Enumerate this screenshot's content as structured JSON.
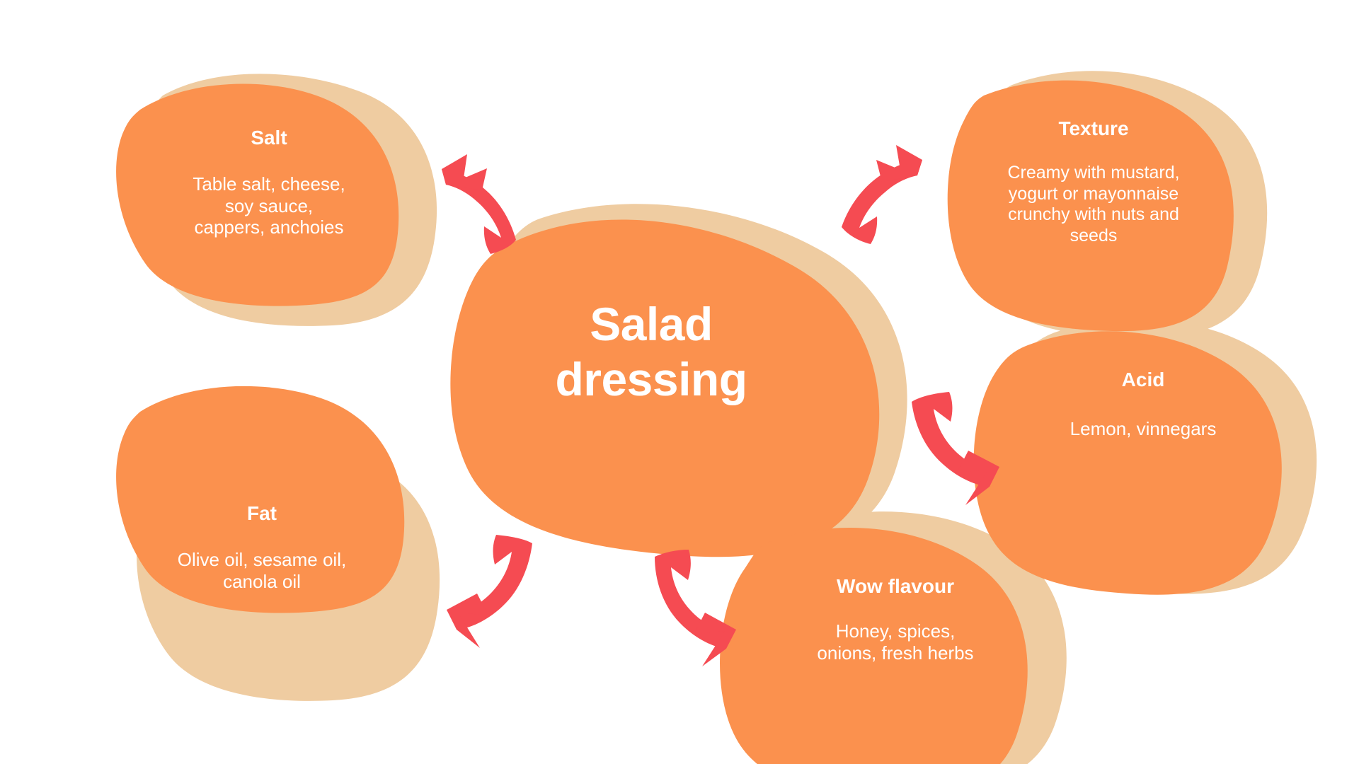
{
  "diagram": {
    "title": "Salad dressing components mind map",
    "palette": {
      "background": "#FFFFFF",
      "blob_fill": "#FB914E",
      "blob_shadow": "#EFCCA1",
      "arrow": "#F54B52",
      "text": "#FFFFFF"
    }
  },
  "center": {
    "label": "Salad\ndressing",
    "line1": "Salad",
    "line2": "dressing"
  },
  "nodes": [
    {
      "id": "salt",
      "title": "Salt",
      "description": "Table salt, cheese,\nsoy sauce,\ncappers, anchoies",
      "desc_line1": "Table salt, cheese,",
      "desc_line2": "soy sauce,",
      "desc_line3": "cappers, anchoies",
      "position": "top-left"
    },
    {
      "id": "texture",
      "title": "Texture",
      "description": "Creamy with mustard, yogurt or mayonnaise crunchy with nuts and seeds",
      "desc_line1": "Creamy with mustard,",
      "desc_line2": "yogurt or mayonnaise",
      "desc_line3": "crunchy with nuts and",
      "desc_line4": "seeds",
      "position": "top-right"
    },
    {
      "id": "acid",
      "title": "Acid",
      "description": "Lemon, vinnegars",
      "desc_line1": "Lemon, vinnegars",
      "position": "right"
    },
    {
      "id": "wow-flavour",
      "title": "Wow flavour",
      "description": "Honey,  spices, onions, fresh herbs",
      "desc_line1": "Honey,  spices,",
      "desc_line2": "onions, fresh herbs",
      "position": "bottom-right"
    },
    {
      "id": "fat",
      "title": "Fat",
      "description": "Olive oil, sesame oil, canola oil",
      "desc_line1": "Olive oil, sesame oil,",
      "desc_line2": "canola oil",
      "position": "bottom-left"
    }
  ],
  "arrows": [
    {
      "id": "arrow-to-salt",
      "direction": "up-left",
      "icon": "curved-arrow-icon"
    },
    {
      "id": "arrow-to-texture",
      "direction": "up-right",
      "icon": "curved-arrow-icon"
    },
    {
      "id": "arrow-to-acid",
      "direction": "down-right",
      "icon": "curved-arrow-icon"
    },
    {
      "id": "arrow-to-wow",
      "direction": "down-right",
      "icon": "curved-arrow-icon"
    },
    {
      "id": "arrow-to-fat",
      "direction": "down-left",
      "icon": "curved-arrow-icon"
    }
  ]
}
